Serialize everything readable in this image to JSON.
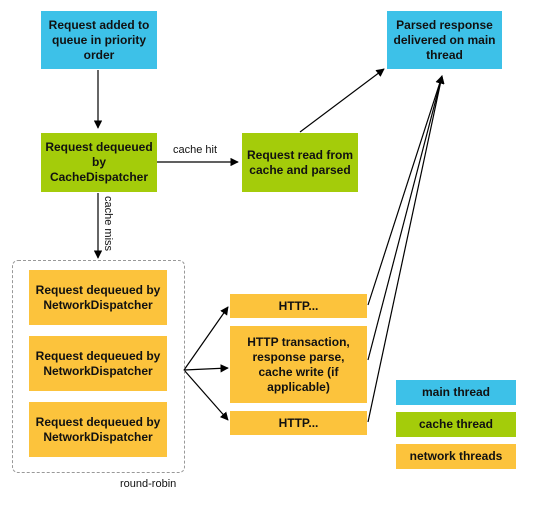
{
  "nodes": {
    "request_added": "Request added to queue in priority order",
    "cache_dispatcher": "Request dequeued by CacheDispatcher",
    "cache_read": "Request read from cache and parsed",
    "parsed_response": "Parsed response delivered on main thread",
    "network_dispatcher_1": "Request dequeued by NetworkDispatcher",
    "network_dispatcher_2": "Request dequeued by NetworkDispatcher",
    "network_dispatcher_3": "Request dequeued by NetworkDispatcher",
    "http_top": "HTTP...",
    "http_middle": "HTTP transaction, response parse, cache write (if applicable)",
    "http_bottom": "HTTP..."
  },
  "edge_labels": {
    "cache_hit": "cache hit",
    "cache_miss": "cache miss",
    "round_robin": "round-robin"
  },
  "legend": {
    "main_thread": "main thread",
    "cache_thread": "cache thread",
    "network_threads": "network threads"
  },
  "colors": {
    "main_thread": "#3dc1e8",
    "cache_thread": "#a4cc0a",
    "network_threads": "#fcc33c"
  }
}
